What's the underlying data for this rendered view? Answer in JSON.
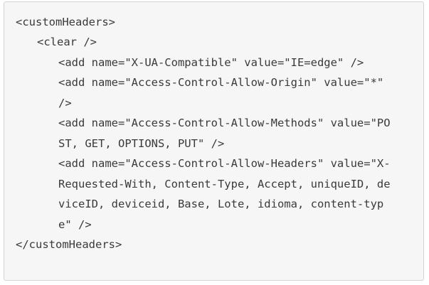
{
  "code": {
    "lines": [
      "<customHeaders>",
      "<clear />",
      "<add name=\"X-UA-Compatible\" value=\"IE=edge\" />",
      "<add name=\"Access-Control-Allow-Origin\" value=\"*\"",
      "/>",
      "<add name=\"Access-Control-Allow-Methods\" value=\"PO",
      "ST, GET, OPTIONS, PUT\" />",
      "<add name=\"Access-Control-Allow-Headers\" value=\"X-",
      "Requested-With, Content-Type, Accept, uniqueID, de",
      "viceID, deviceid, Base, Lote, idioma, content-typ",
      "e\" />",
      "</customHeaders>"
    ]
  }
}
